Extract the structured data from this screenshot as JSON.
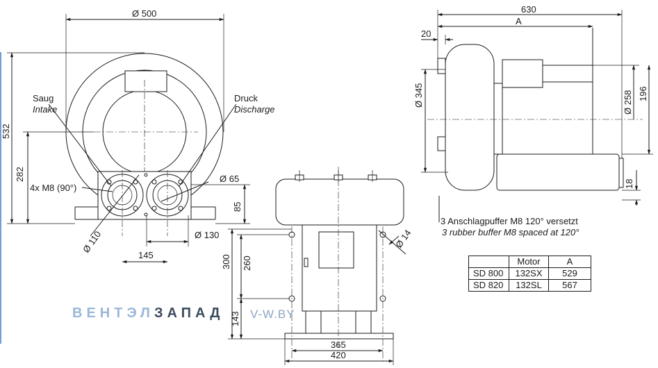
{
  "front_view": {
    "dim_diameter_500": "Ø 500",
    "dim_height_532": "532",
    "dim_282": "282",
    "dim_85": "85",
    "dim_145": "145",
    "dim_130": "Ø 130",
    "dim_110": "Ø 110",
    "dim_65": "Ø 65",
    "label_bolts": "4x M8 (90°)",
    "intake_de": "Saug",
    "intake_en": "Intake",
    "discharge_de": "Druck",
    "discharge_en": "Discharge"
  },
  "base_view": {
    "dim_300": "300",
    "dim_260": "260",
    "dim_143": "143",
    "dim_365": "365",
    "dim_420": "420",
    "dim_14": "Ø 14"
  },
  "side_view": {
    "dim_630": "630",
    "dim_A": "A",
    "dim_20": "20",
    "dim_345": "Ø 345",
    "dim_258": "Ø 258",
    "dim_196": "196",
    "dim_18": "18",
    "note_de": "3 Anschlagpuffer M8 120° versetzt",
    "note_en": "3 rubber buffer M8 spaced at 120°"
  },
  "table": {
    "header": [
      "",
      "Motor",
      "A"
    ],
    "rows": [
      [
        "SD 800",
        "132SX",
        "529"
      ],
      [
        "SD 820",
        "132SL",
        "567"
      ]
    ]
  },
  "watermark": {
    "brand_part1": "ВЕНТЭЛ",
    "brand_part2": "ЗАПАД",
    "site": "V-W.BY"
  }
}
